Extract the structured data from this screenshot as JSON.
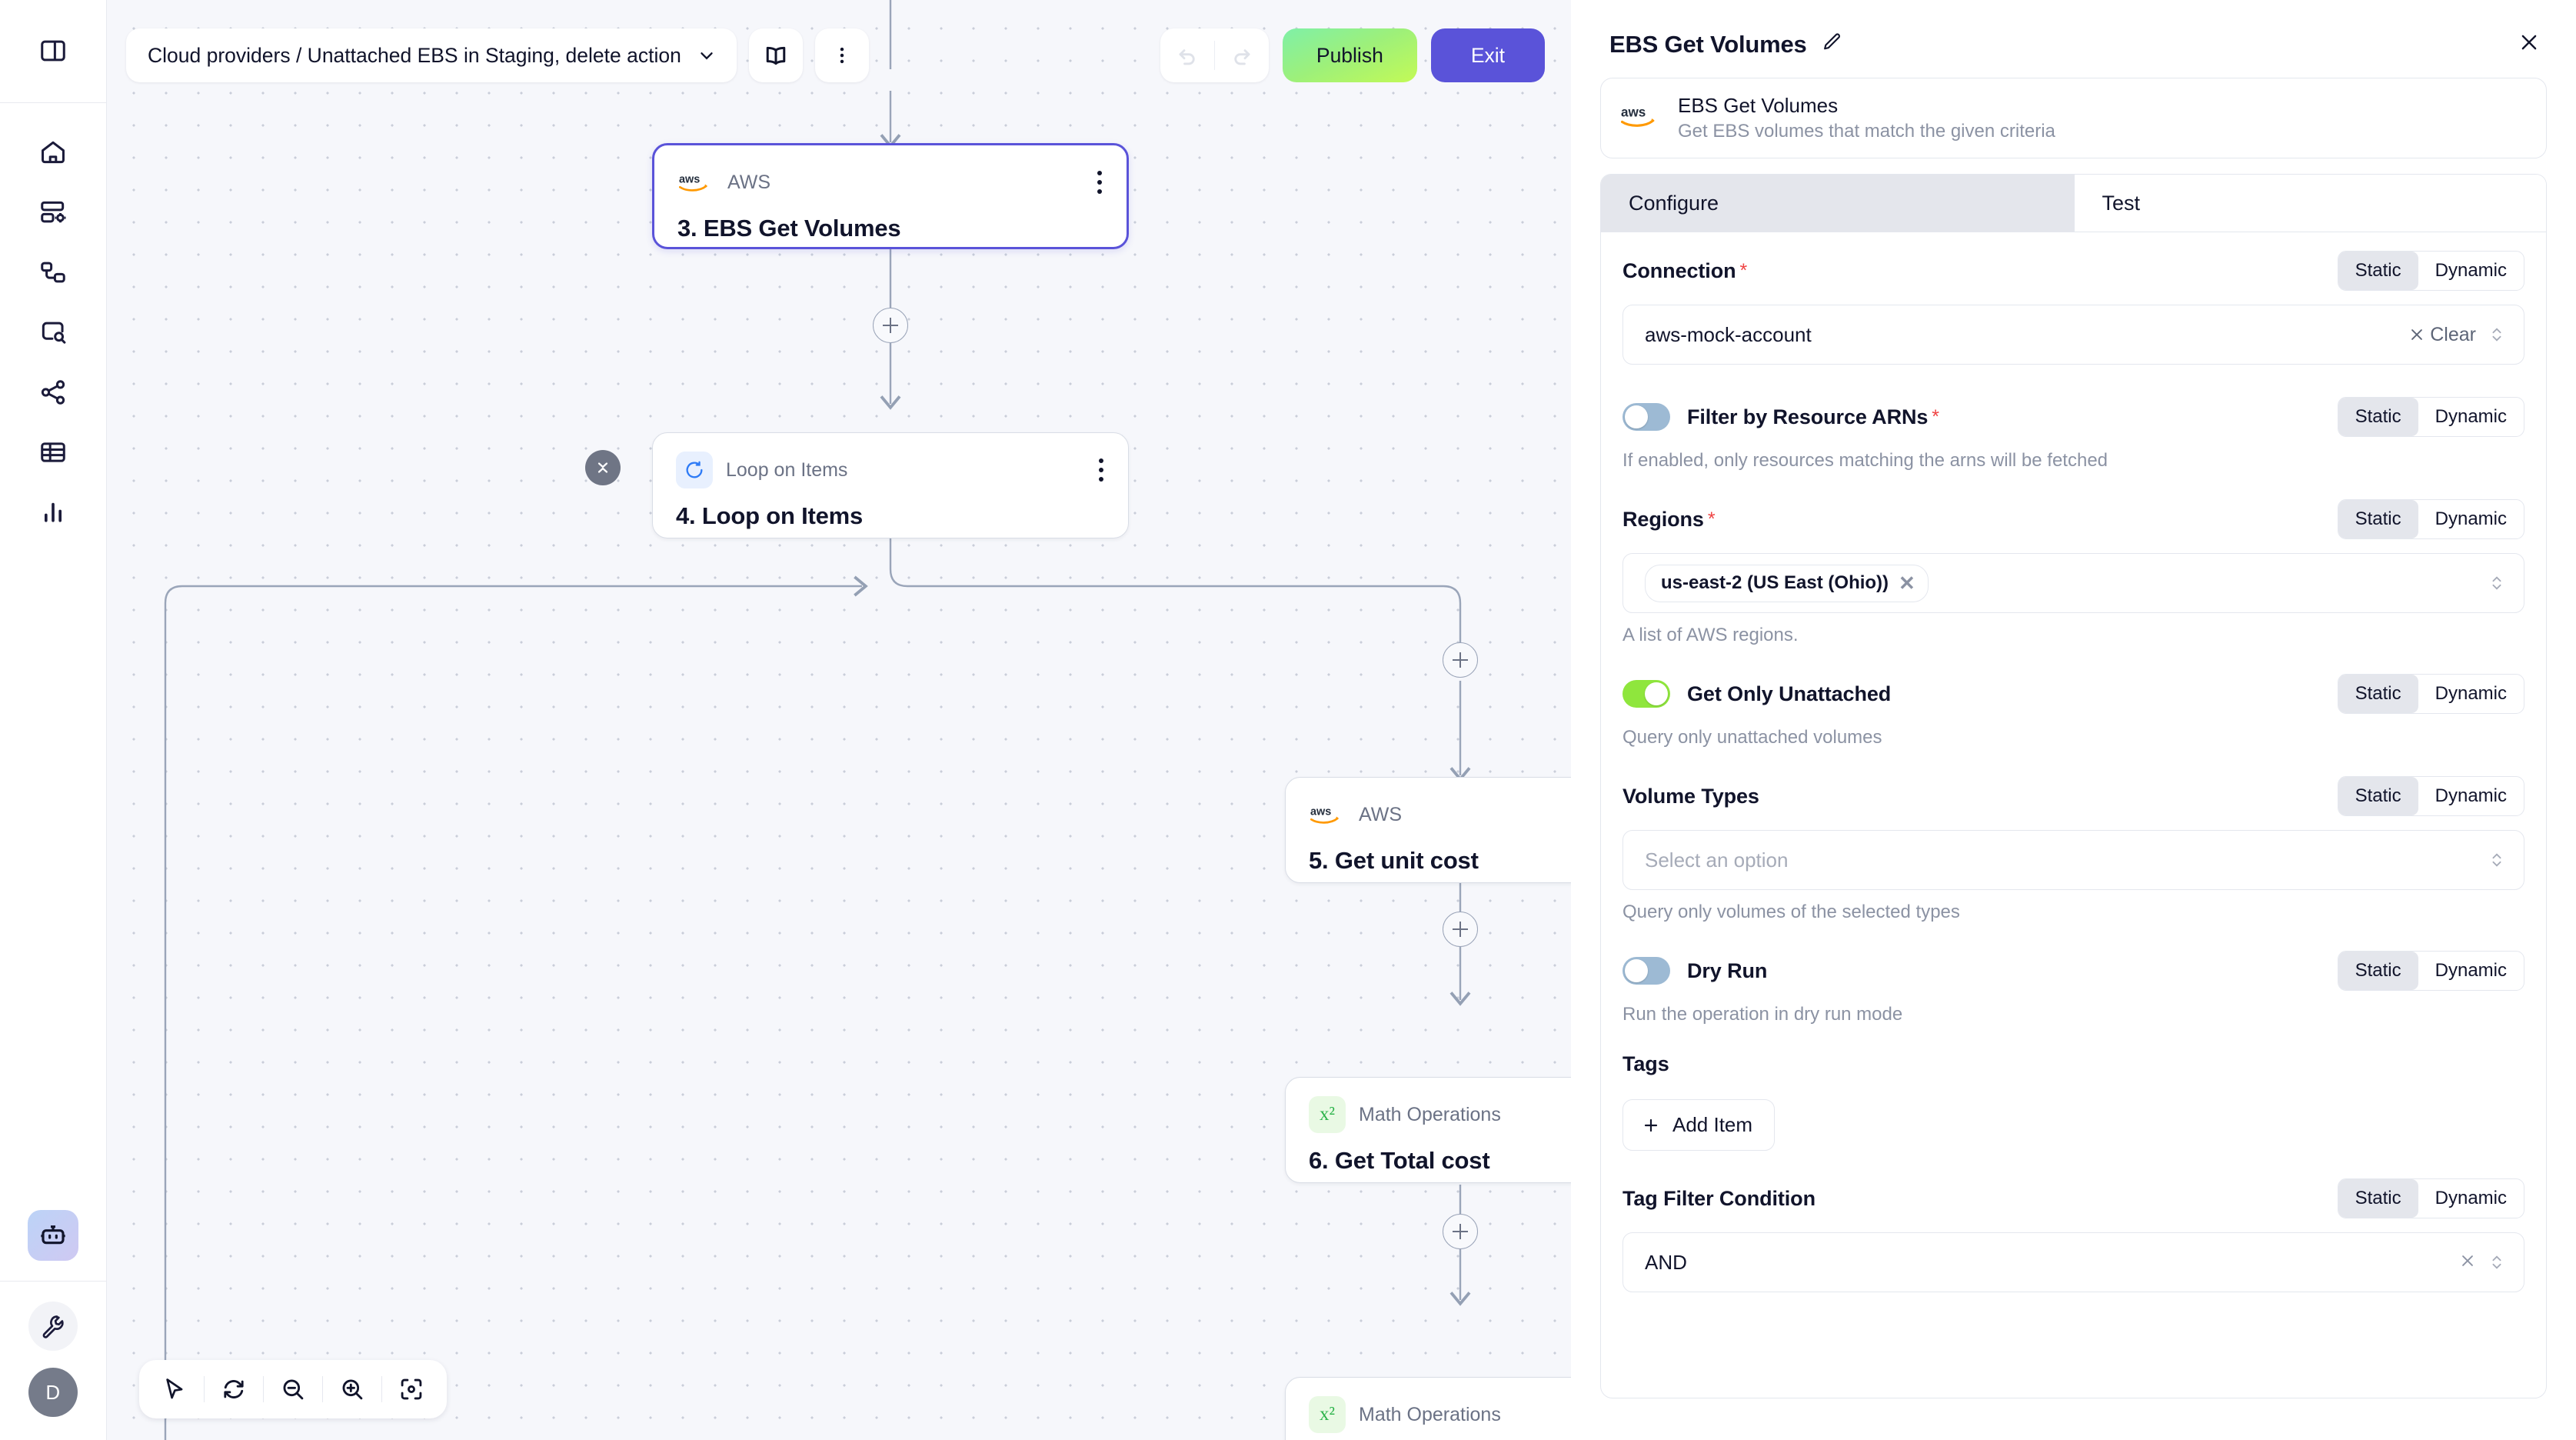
{
  "rail": {
    "toggle_sidebar": "panel-left-icon",
    "items": [
      {
        "name": "home-icon",
        "label": "Home"
      },
      {
        "name": "dashboard-settings-icon",
        "label": "Dashboards"
      },
      {
        "name": "workflows-icon",
        "label": "Workflows"
      },
      {
        "name": "search-resource-icon",
        "label": "Explore"
      },
      {
        "name": "share-nodes-icon",
        "label": "Integrations"
      },
      {
        "name": "table-icon",
        "label": "Tables"
      },
      {
        "name": "bar-chart-icon",
        "label": "Analytics"
      }
    ],
    "bot_icon": "robot-icon",
    "wrench_icon": "wrench-icon",
    "avatar_initial": "D"
  },
  "toolbar": {
    "breadcrumb": "Cloud providers / Unattached EBS in Staging, delete action",
    "chevron": "chevron-down-icon",
    "book_icon": "book-icon",
    "more_icon": "kebab-menu-icon",
    "undo_icon": "undo-icon",
    "redo_icon": "redo-icon",
    "publish_label": "Publish",
    "exit_label": "Exit"
  },
  "canvas": {
    "nodes": [
      {
        "id": "n3",
        "type": "AWS",
        "icon": "aws-logo-icon",
        "title": "3. EBS Get Volumes",
        "selected": true
      },
      {
        "id": "n4",
        "type": "Loop on Items",
        "icon": "loop-refresh-icon",
        "title": "4. Loop on Items",
        "selected": false
      },
      {
        "id": "n5",
        "type": "AWS",
        "icon": "aws-logo-icon",
        "title": "5. Get unit cost",
        "selected": false
      },
      {
        "id": "n6",
        "type": "Math Operations",
        "icon": "math-x-squared-icon",
        "title": "6. Get Total cost",
        "selected": false
      },
      {
        "id": "n7",
        "type": "Math Operations",
        "icon": "math-x-squared-icon",
        "title": "",
        "selected": false
      }
    ],
    "aws_wordmark": "aws",
    "math_glyph": "x²",
    "tools": [
      {
        "name": "cursor-select-tool",
        "glyph": "pointer"
      },
      {
        "name": "auto-layout-tool",
        "glyph": "refresh"
      },
      {
        "name": "zoom-out-tool",
        "glyph": "zoom-out"
      },
      {
        "name": "zoom-in-tool",
        "glyph": "zoom-in"
      },
      {
        "name": "fit-view-tool",
        "glyph": "focus"
      }
    ]
  },
  "panel": {
    "title": "EBS Get Volumes",
    "edit_icon": "pencil-edit-icon",
    "close_icon": "close-x-icon",
    "card": {
      "icon": "aws-logo-icon",
      "title": "EBS Get Volumes",
      "subtitle": "Get EBS volumes that match the given criteria"
    },
    "tabs": [
      {
        "label": "Configure",
        "active": true
      },
      {
        "label": "Test",
        "active": false
      }
    ],
    "seg_static": "Static",
    "seg_dynamic": "Dynamic",
    "fields": {
      "connection": {
        "label": "Connection",
        "required": true,
        "value": "aws-mock-account",
        "clear_label": "Clear",
        "mode": "Static"
      },
      "filter_arns": {
        "label": "Filter by Resource ARNs",
        "required": true,
        "enabled": false,
        "hint": "If enabled, only resources matching the arns will be fetched",
        "mode": "Static"
      },
      "regions": {
        "label": "Regions",
        "required": true,
        "chips": [
          "us-east-2 (US East (Ohio))"
        ],
        "hint": "A list of AWS regions.",
        "mode": "Static"
      },
      "get_only_unattached": {
        "label": "Get Only Unattached",
        "required": false,
        "enabled": true,
        "hint": "Query only unattached volumes",
        "mode": "Static"
      },
      "volume_types": {
        "label": "Volume Types",
        "required": false,
        "placeholder": "Select an option",
        "hint": "Query only volumes of the selected types",
        "mode": "Static"
      },
      "dry_run": {
        "label": "Dry Run",
        "required": false,
        "enabled": false,
        "hint": "Run the operation in dry run mode",
        "mode": "Static"
      },
      "tags": {
        "label": "Tags",
        "add_item_label": "Add Item"
      },
      "tag_filter_condition": {
        "label": "Tag Filter Condition",
        "required": false,
        "value": "AND",
        "mode": "Static"
      }
    }
  },
  "colors": {
    "accent_purple": "#5a53d9",
    "publish_green": "#9df07a",
    "toggle_on": "#8fe63d",
    "toggle_off": "#9dbad4",
    "aws_orange": "#ff9900",
    "required_red": "#ef4444"
  }
}
